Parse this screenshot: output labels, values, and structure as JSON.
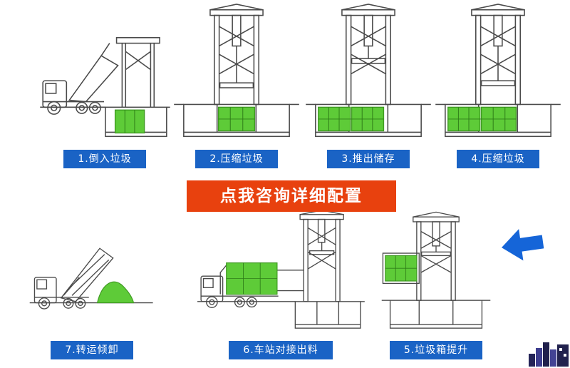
{
  "banner": {
    "text": "点我咨询详细配置"
  },
  "steps": [
    {
      "label": "1.倒入垃圾"
    },
    {
      "label": "2.压缩垃圾"
    },
    {
      "label": "3.推出储存"
    },
    {
      "label": "4.压缩垃圾"
    },
    {
      "label": "5.垃圾箱提升"
    },
    {
      "label": "6.车站对接出料"
    },
    {
      "label": "7.转运倾卸"
    }
  ],
  "colors": {
    "label_background": "#1a63c5",
    "banner_background": "#e8410e",
    "highlight_green": "#5ecb38",
    "arrow_blue": "#1565d8"
  }
}
